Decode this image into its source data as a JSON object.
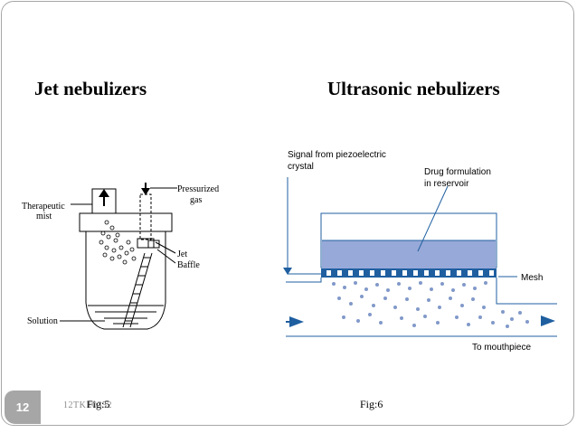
{
  "slide": {
    "page_number": "12",
    "footer_code": "12TKE0352"
  },
  "headings": {
    "left": "Jet nebulizers",
    "right": "Ultrasonic nebulizers"
  },
  "jet_diagram": {
    "caption": "Fig:5",
    "labels": {
      "therapeutic_mist_1": "Therapeutic",
      "therapeutic_mist_2": "mist",
      "pressurized_gas_1": "Pressurized",
      "pressurized_gas_2": "gas",
      "jet": "Jet",
      "baffle": "Baffle",
      "solution": "Solution"
    }
  },
  "ultrasonic_diagram": {
    "caption": "Fig:6",
    "labels": {
      "signal_1": "Signal from piezoelectric",
      "signal_2": "crystal",
      "drug_1": "Drug formulation",
      "drug_2": "in reservoir",
      "mesh": "Mesh",
      "mouthpiece": "To mouthpiece"
    },
    "colors": {
      "line": "#1f5fa0",
      "reservoir": "#97a9d8",
      "mesh": "#1f5fa0",
      "droplet": "#8199c9",
      "arrow": "#1f5fa0"
    }
  }
}
